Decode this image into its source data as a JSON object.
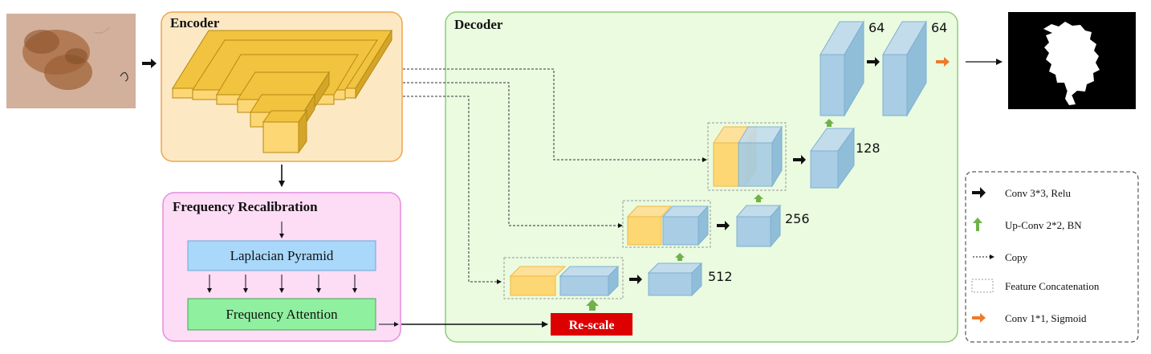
{
  "encoder": {
    "title": "Encoder"
  },
  "decoder": {
    "title": "Decoder",
    "channels": [
      "64",
      "64",
      "128",
      "256",
      "512"
    ]
  },
  "frequency_recalibration": {
    "title": "Frequency Recalibration",
    "laplacian": "Laplacian Pyramid",
    "attention": "Frequency Attention"
  },
  "rescale": "Re-scale",
  "legend": {
    "conv": "Conv 3*3, Relu",
    "upconv": "Up-Conv 2*2, BN",
    "copy": "Copy",
    "concat": "Feature Concatenation",
    "sigmoid": "Conv 1*1, Sigmoid"
  },
  "colors": {
    "encoder_bg": "#fde8c4",
    "encoder_border": "#f0a44c",
    "decoder_bg": "#eafbe0",
    "decoder_border": "#8fcc78",
    "freq_bg": "#fddcf6",
    "freq_border": "#e88be0",
    "laplacian": "#a9d8fb",
    "attention": "#8ff09f",
    "rescale": "#dd0000",
    "yellow_block": "#fdd774",
    "blue_block": "#a8cde4",
    "green_arrow": "#6fb24a",
    "orange_arrow": "#ee7b2c"
  }
}
